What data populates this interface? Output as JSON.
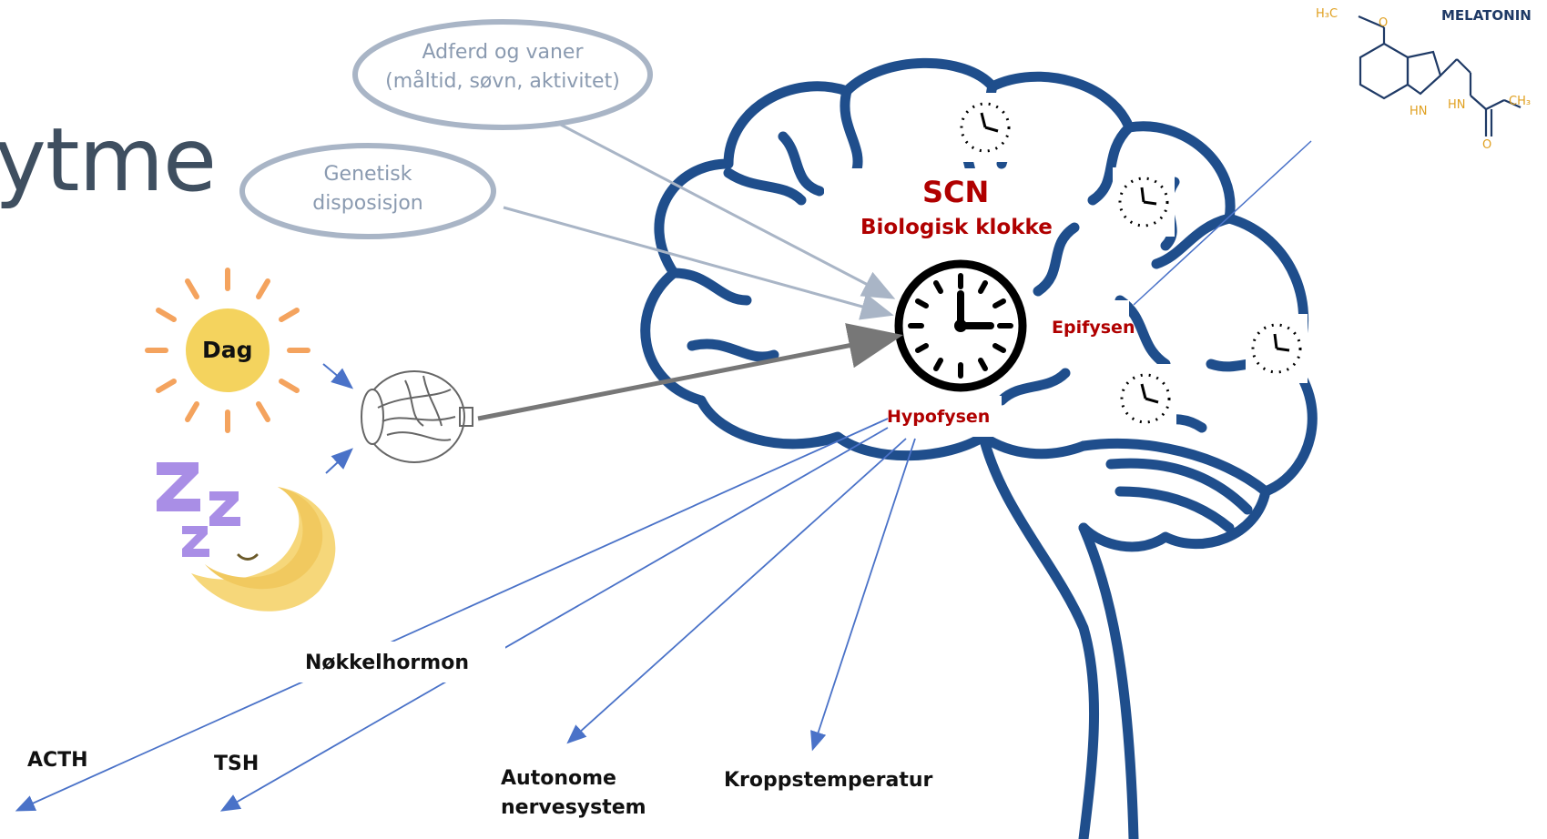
{
  "title_fragment": "ytme",
  "bubbles": {
    "behavior": {
      "line1": "Adferd og vaner",
      "line2": "(måltid, søvn, aktivitet)"
    },
    "genetic": {
      "line1": "Genetisk",
      "line2": "disposisjon"
    }
  },
  "day_label": "Dag",
  "scn": {
    "title": "SCN",
    "subtitle": "Biologisk klokke"
  },
  "epifysen": "Epifysen",
  "hypofysen": "Hypofysen",
  "outputs": {
    "key_hormone": "Nøkkelhormon",
    "acth": "ACTH",
    "tsh": "TSH",
    "autonomic_line1": "Autonome",
    "autonomic_line2": "nervesystem",
    "body_temp": "Kroppstemperatur"
  },
  "melatonin": {
    "name": "MELATONIN",
    "h3c": "H₃C",
    "o_top": "O",
    "hn_ring": "HN",
    "hn_chain": "HN",
    "ch3": "CH₃",
    "o_bottom": "O"
  },
  "colors": {
    "brain": "#1f4e8c",
    "arrow": "#4a72c8",
    "bubble": "#a9b5c6",
    "scn_red": "#b00000",
    "sun": "#f4d35e",
    "sun_rays": "#f4a35e",
    "moon": "#f6d77a",
    "zzz": "#a98ee6"
  },
  "icons": [
    "clock-icon",
    "sun-icon",
    "moon-icon",
    "zzz-icon",
    "eye-icon",
    "molecule-icon"
  ]
}
